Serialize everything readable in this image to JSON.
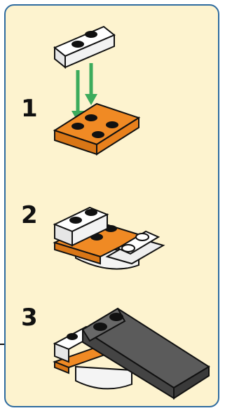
{
  "steps": [
    {
      "number": "1",
      "icon": "stack-white-plate-on-orange-plate-illustration"
    },
    {
      "number": "2",
      "icon": "white-slope-on-orange-assembly-illustration"
    },
    {
      "number": "3",
      "icon": "dark-gray-wedge-on-assembly-illustration"
    }
  ],
  "colors": {
    "panel_background": "#fdf3cf",
    "panel_border": "#2e6b9f",
    "orange_brick": "#f08a24",
    "white_brick": "#f4f4f4",
    "dark_gray_brick": "#555555",
    "arrow_green": "#3cab5c",
    "stud_black": "#111111"
  }
}
